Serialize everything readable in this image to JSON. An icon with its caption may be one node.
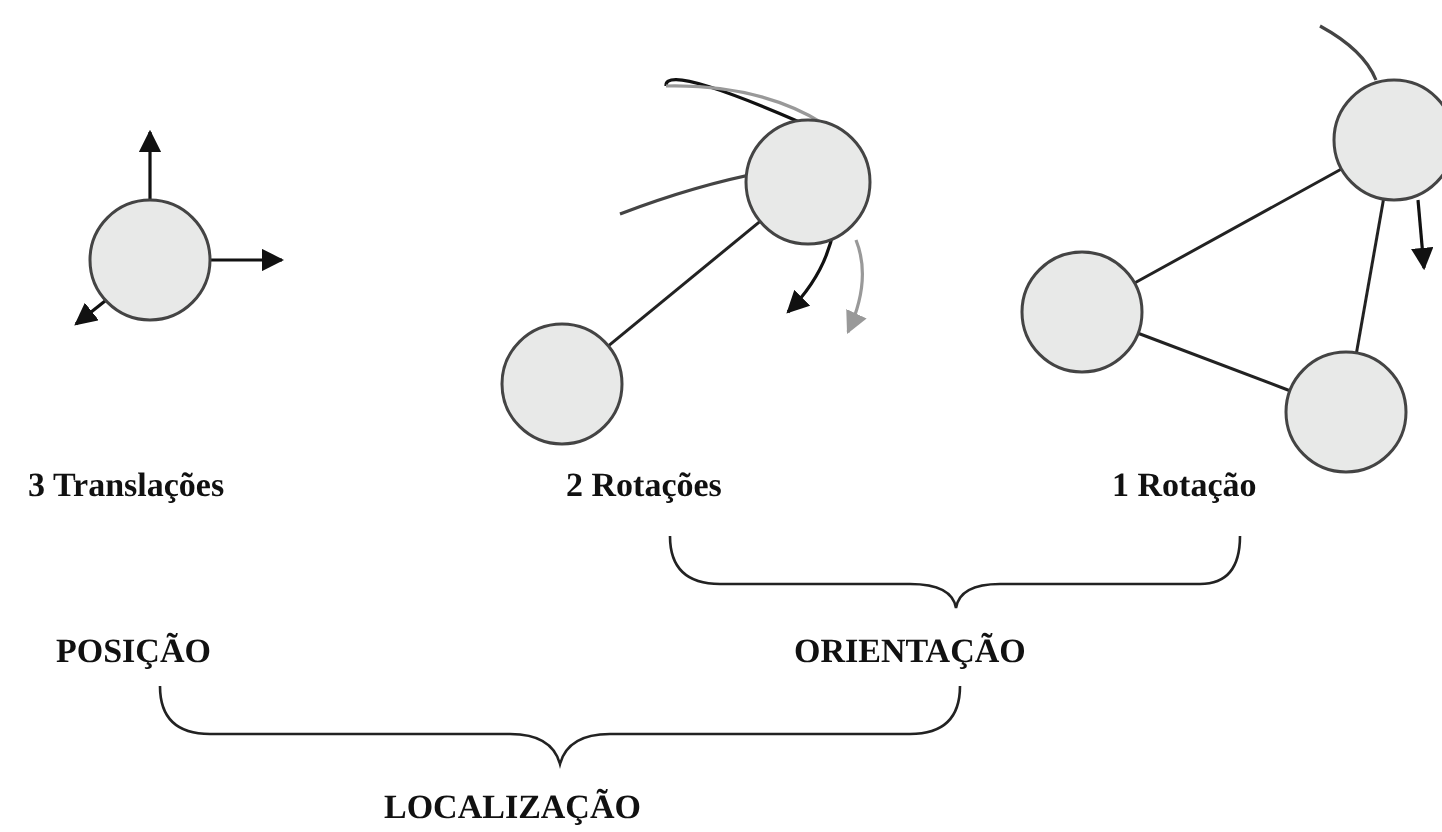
{
  "diagram": {
    "nodes": [
      {
        "text": [],
        "shape": "circle"
      },
      {
        "text": [],
        "shape": "circle"
      },
      {
        "text": [],
        "shape": "circle"
      },
      {
        "text": [],
        "shape": "circle"
      },
      {
        "text": [],
        "shape": "circle"
      },
      {
        "text": [],
        "shape": "circle"
      }
    ],
    "edges": [
      {
        "from": 1,
        "to": 2,
        "arrow": "none"
      },
      {
        "from": 3,
        "to": 4,
        "arrow": "none"
      },
      {
        "from": 4,
        "to": 5,
        "arrow": "none"
      },
      {
        "from": 3,
        "to": 5,
        "arrow": "none"
      }
    ],
    "labels": [
      "3 Translações",
      "2 Rotações",
      "1 Rotação",
      "POSIÇÃO",
      "ORIENTAÇÃO",
      "LOCALIZAÇÃO"
    ]
  }
}
